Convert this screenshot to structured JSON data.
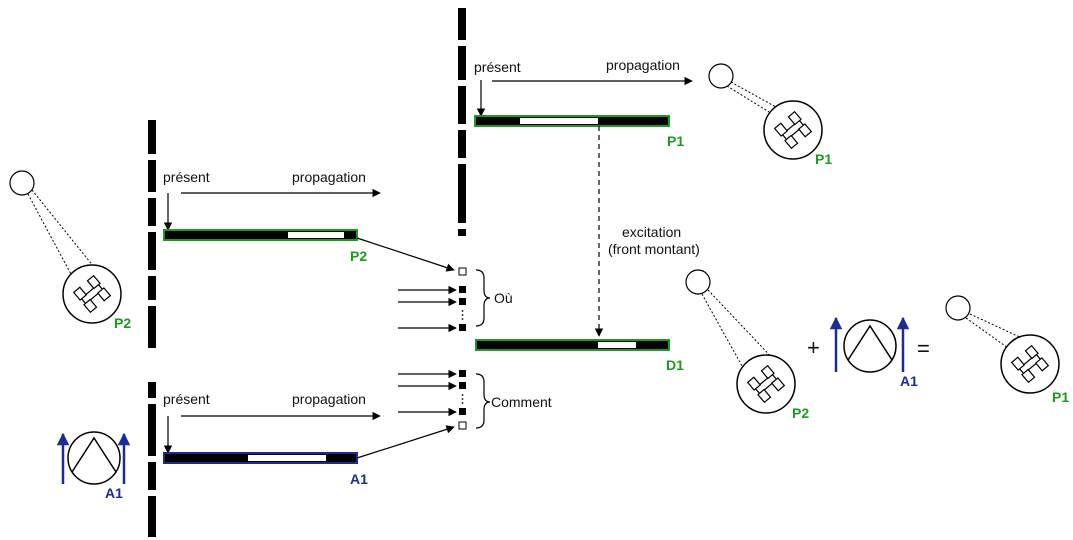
{
  "labels": {
    "present": "présent",
    "propagation": "propagation",
    "excitation": "excitation",
    "front_montant": "(front montant)",
    "ou": "Où",
    "comment": "Comment",
    "plus": "+",
    "equals": "="
  },
  "ids": {
    "p1": "P1",
    "p2": "P2",
    "a1": "A1",
    "d1": "D1"
  },
  "colors": {
    "green": "#1d9a1d",
    "blue": "#1c2c96",
    "black": "#000000"
  },
  "icons": [
    "place-cell-icon",
    "direction-cell-icon",
    "head-direction-arrow-icon"
  ]
}
